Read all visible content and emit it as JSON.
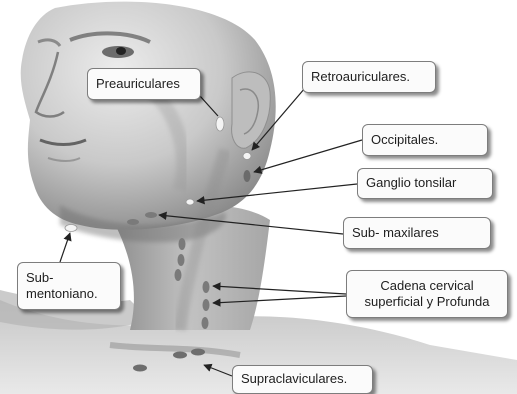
{
  "labels": {
    "preauriculares": "Preauriculares",
    "retroauriculares": "Retroauriculares.",
    "occipitales": "Occipitales.",
    "ganglio_tonsilar": "Ganglio tonsilar",
    "sub_maxilares": "Sub- maxilares",
    "sub_mentoniano_line1": "Sub-",
    "sub_mentoniano_line2": "mentoniano.",
    "cadena_line1": "Cadena cervical",
    "cadena_line2": "superficial y Profunda",
    "supraclaviculares": "Supraclaviculares."
  }
}
